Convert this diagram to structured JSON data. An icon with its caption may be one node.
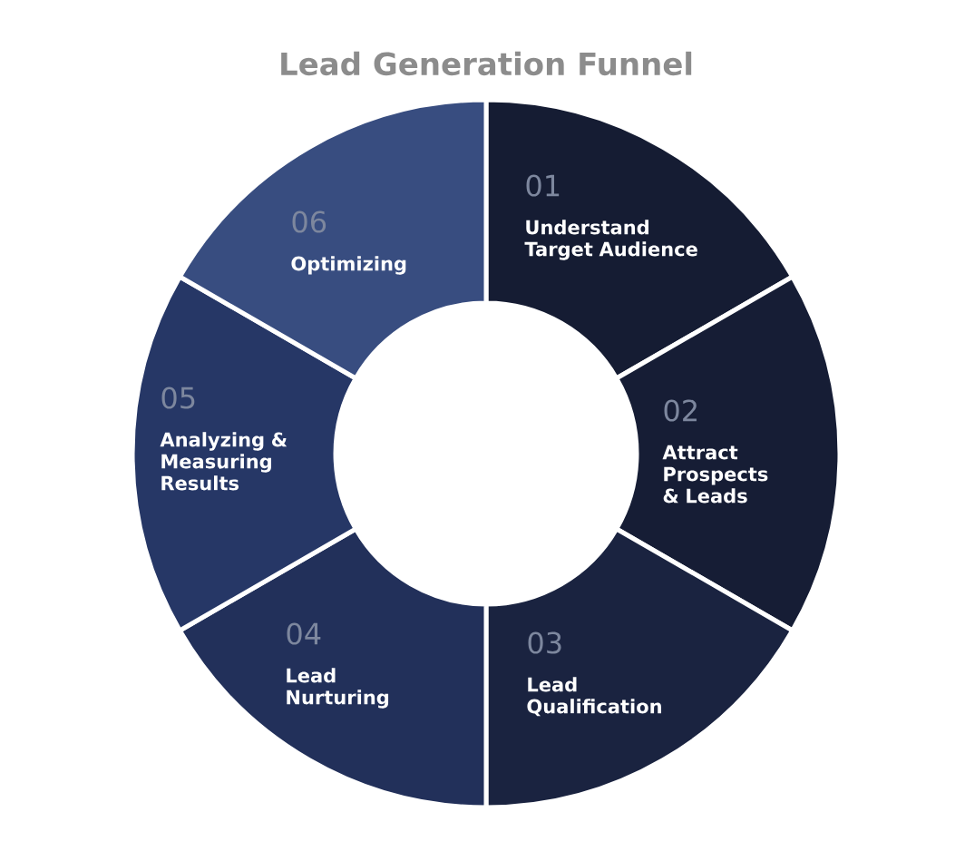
{
  "diagram": {
    "title": "Lead Generation Funnel",
    "nodes": [
      {
        "text": [
          "01",
          "Understand Target Audience"
        ]
      },
      {
        "text": [
          "02",
          "Attract Prospects & Leads"
        ]
      },
      {
        "text": [
          "03",
          "Lead Qualification"
        ]
      },
      {
        "text": [
          "04",
          "Lead Nurturing"
        ]
      },
      {
        "text": [
          "05",
          "Analyzing & Measuring Results"
        ]
      },
      {
        "text": [
          "06",
          "Optimizing"
        ]
      }
    ]
  }
}
